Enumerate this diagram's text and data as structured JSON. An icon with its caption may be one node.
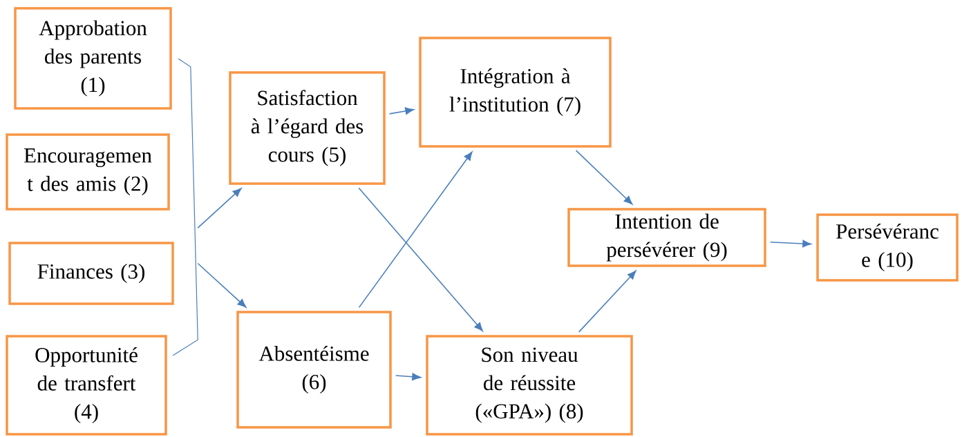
{
  "diagram": {
    "nodes": [
      {
        "text": [
          "Approbation des parents (1)"
        ]
      },
      {
        "text": [
          "Encouragemen t des amis (2)"
        ]
      },
      {
        "text": [
          "Finances (3)"
        ]
      },
      {
        "text": [
          "Opportunité de transfert (4)"
        ]
      },
      {
        "text": [
          "Satisfaction à l’égard des cours (5)"
        ]
      },
      {
        "text": [
          "Absentéisme (6)"
        ]
      },
      {
        "text": [
          "Intégration à l’institution (7)"
        ]
      },
      {
        "text": [
          "Son niveau de réussite («GPA») (8)"
        ]
      },
      {
        "text": [
          "Intention de persévérer (9)"
        ]
      },
      {
        "text": [
          "Persévéranc e (10)"
        ]
      },
      {
        "text": [],
        "shape": "bracket"
      }
    ],
    "edges": [
      {
        "from": 10,
        "to": 4,
        "arrow": "to"
      },
      {
        "from": 10,
        "to": 5,
        "arrow": "to"
      },
      {
        "from": 4,
        "to": 6,
        "arrow": "to"
      },
      {
        "from": 4,
        "to": 7,
        "arrow": "to"
      },
      {
        "from": 5,
        "to": 6,
        "arrow": "to"
      },
      {
        "from": 5,
        "to": 7,
        "arrow": "to"
      },
      {
        "from": 6,
        "to": 8,
        "arrow": "to"
      },
      {
        "from": 7,
        "to": 8,
        "arrow": "to"
      },
      {
        "from": 8,
        "to": 9,
        "arrow": "to"
      }
    ]
  }
}
